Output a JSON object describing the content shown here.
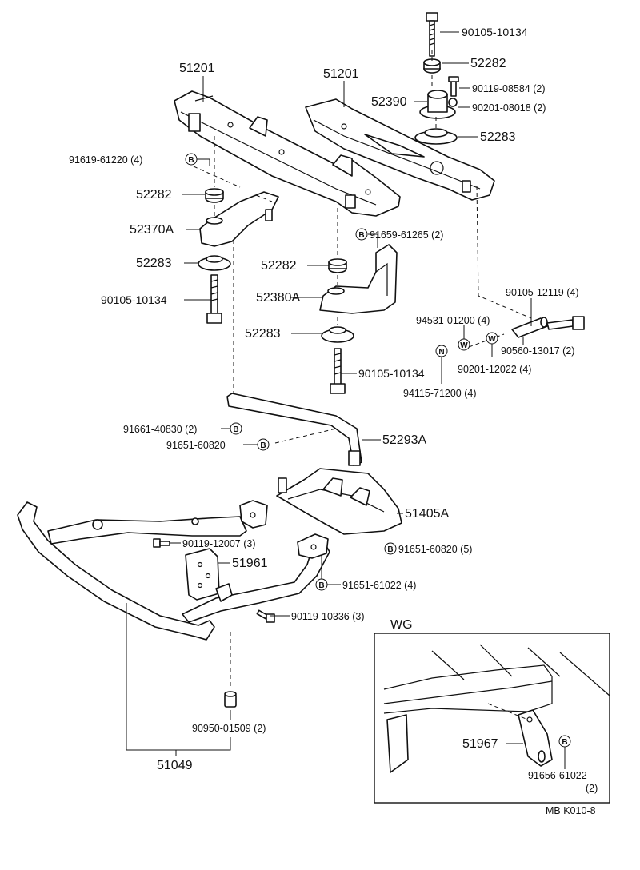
{
  "labels": {
    "p51201_left": "51201",
    "p51201_right": "51201",
    "p90105_10134_top": "90105-10134",
    "p52282_top": "52282",
    "p90119_08584": "90119-08584 (2)",
    "p52390": "52390",
    "p90201_08018": "90201-08018 (2)",
    "p52283_top": "52283",
    "p91619_61220": "91619-61220 (4)",
    "p52282_left": "52282",
    "p52370A": "52370A",
    "p91659_61265": "91659-61265 (2)",
    "p52283_left": "52283",
    "p52282_mid": "52282",
    "p90105_10134_left": "90105-10134",
    "p52380A": "52380A",
    "p90105_12119": "90105-12119 (4)",
    "p94531_01200": "94531-01200 (4)",
    "p52283_mid": "52283",
    "p90560_13017": "90560-13017 (2)",
    "p90201_12022": "90201-12022 (4)",
    "p90105_10134_mid": "90105-10134",
    "p94115_71200": "94115-71200 (4)",
    "p91661_40830": "91661-40830 (2)",
    "p52293A": "52293A",
    "p91651_60820_a": "91651-60820",
    "p51405A": "51405A",
    "p90119_12007": "90119-12007 (3)",
    "p91651_60820_b": "91651-60820 (5)",
    "p51961": "51961",
    "p91651_61022": "91651-61022 (4)",
    "p90119_10336": "90119-10336 (3)",
    "p90950_01509": "90950-01509 (2)",
    "p51049": "51049",
    "inset_title": "WG",
    "p51967": "51967",
    "p91656_61022": "91656-61022",
    "p91656_61022_qty": "(2)",
    "footer_code": "MB  K010-8"
  },
  "symbols": {
    "b": "B",
    "w": "W",
    "n": "N"
  }
}
